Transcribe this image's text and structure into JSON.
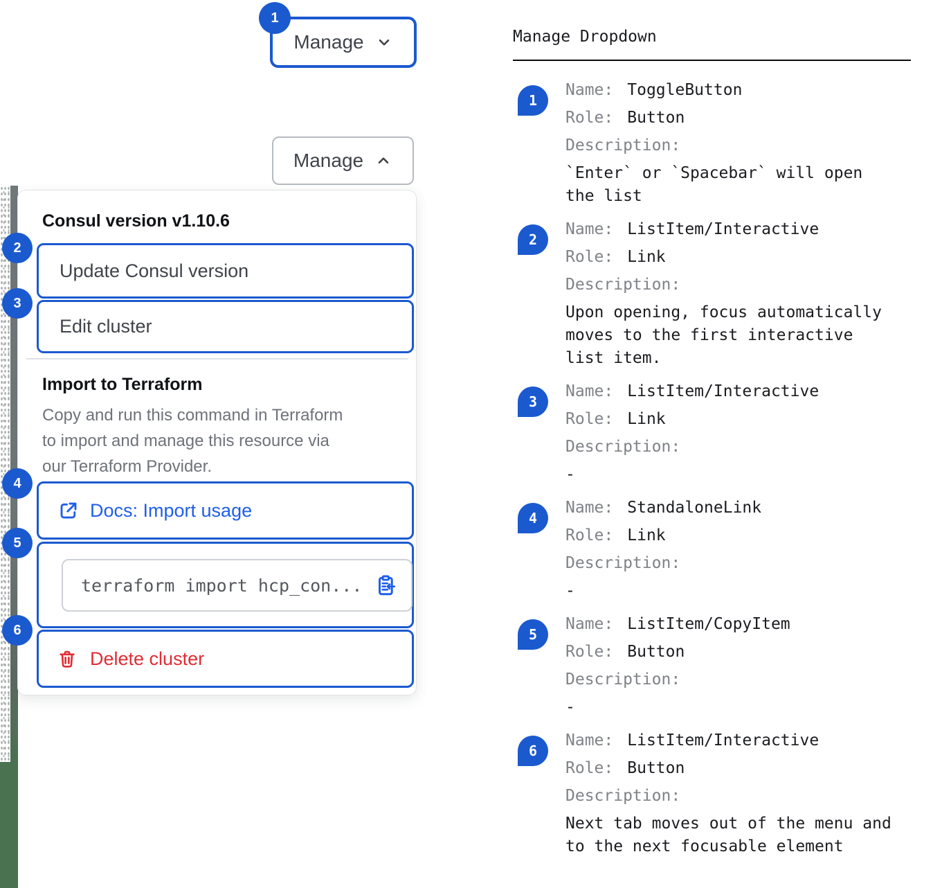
{
  "colors": {
    "accent_blue": "#1b59cf",
    "link_blue": "#1f5eea",
    "critical_red": "#e12c33",
    "edge_green": "#4a7150"
  },
  "left": {
    "toggle_closed": {
      "badge": "1",
      "label": "Manage"
    },
    "toggle_open": {
      "label": "Manage"
    },
    "dropdown": {
      "version_header": "Consul version v1.10.6",
      "update_item": {
        "badge": "2",
        "label": "Update Consul version"
      },
      "edit_item": {
        "badge": "3",
        "label": "Edit cluster"
      },
      "import_section": {
        "title": "Import to Terraform",
        "description": "Copy and run this command in Terraform\nto import and manage this resource via\nour Terraform Provider.",
        "docs_link": {
          "badge": "4",
          "label": "Docs: Import usage"
        },
        "copy_item": {
          "badge": "5",
          "code": "terraform import hcp_con..."
        },
        "delete_item": {
          "badge": "6",
          "label": "Delete cluster"
        }
      }
    }
  },
  "right": {
    "title": "Manage Dropdown",
    "labels": {
      "name": "Name:",
      "role": "Role:",
      "description": "Description:"
    },
    "entries": [
      {
        "badge": "1",
        "name": "ToggleButton",
        "role": "Button",
        "description": "`Enter` or `Spacebar` will open\nthe list"
      },
      {
        "badge": "2",
        "name": "ListItem/Interactive",
        "role": "Link",
        "description": "Upon opening, focus automatically\nmoves to the first interactive\nlist item."
      },
      {
        "badge": "3",
        "name": "ListItem/Interactive",
        "role": "Link",
        "description": "-"
      },
      {
        "badge": "4",
        "name": "StandaloneLink",
        "role": "Link",
        "description": "-"
      },
      {
        "badge": "5",
        "name": "ListItem/CopyItem",
        "role": "Button",
        "description": "-"
      },
      {
        "badge": "6",
        "name": "ListItem/Interactive",
        "role": "Button",
        "description": "Next tab moves out of the menu and\nto the next focusable element"
      }
    ]
  }
}
